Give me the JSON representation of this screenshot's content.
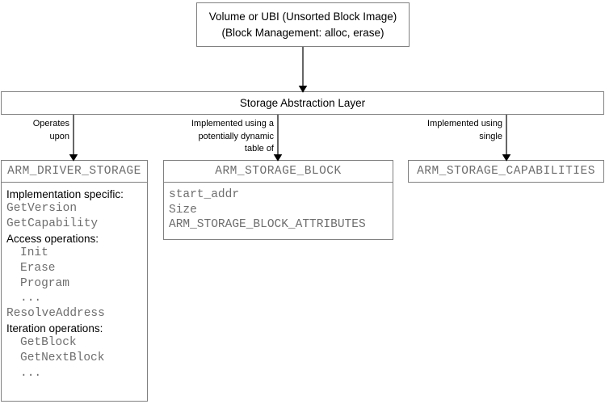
{
  "diagram": {
    "title": "ARM Storage Abstraction Layer diagram",
    "colors": {
      "border": "#808080",
      "mono_text": "#6e6e6e",
      "label_text": "#000000",
      "background": "#ffffff"
    },
    "top_box": {
      "line1": "Volume or UBI (Unsorted Block Image)",
      "line2": "(Block Management: alloc, erase)"
    },
    "abstraction_layer": {
      "title": "Storage Abstraction Layer"
    },
    "edges": [
      {
        "label": "Operates\nupon"
      },
      {
        "label": "Implemented using a\npotentially dynamic\ntable of"
      },
      {
        "label": "Implemented using\nsingle"
      }
    ],
    "driver_box": {
      "title": "ARM_DRIVER_STORAGE",
      "rows": [
        {
          "text": "Implementation specific:",
          "style": "label",
          "indent": false
        },
        {
          "text": "GetVersion",
          "style": "mono",
          "indent": false
        },
        {
          "text": "GetCapability",
          "style": "mono",
          "indent": false
        },
        {
          "text": "Access operations:",
          "style": "label",
          "indent": false
        },
        {
          "text": "Init",
          "style": "mono",
          "indent": true
        },
        {
          "text": "Erase",
          "style": "mono",
          "indent": true
        },
        {
          "text": "Program",
          "style": "mono",
          "indent": true
        },
        {
          "text": "...",
          "style": "mono",
          "indent": true
        },
        {
          "text": "ResolveAddress",
          "style": "mono",
          "indent": false
        },
        {
          "text": "Iteration operations:",
          "style": "label",
          "indent": false
        },
        {
          "text": "GetBlock",
          "style": "mono",
          "indent": true
        },
        {
          "text": "GetNextBlock",
          "style": "mono",
          "indent": true
        },
        {
          "text": "...",
          "style": "mono",
          "indent": true
        }
      ]
    },
    "block_box": {
      "title": "ARM_STORAGE_BLOCK",
      "rows": [
        {
          "text": "start_addr",
          "style": "mono",
          "indent": false
        },
        {
          "text": "Size",
          "style": "mono",
          "indent": false
        },
        {
          "text": "ARM_STORAGE_BLOCK_ATTRIBUTES",
          "style": "mono",
          "indent": false
        }
      ]
    },
    "capabilities_box": {
      "title": "ARM_STORAGE_CAPABILITIES"
    }
  }
}
